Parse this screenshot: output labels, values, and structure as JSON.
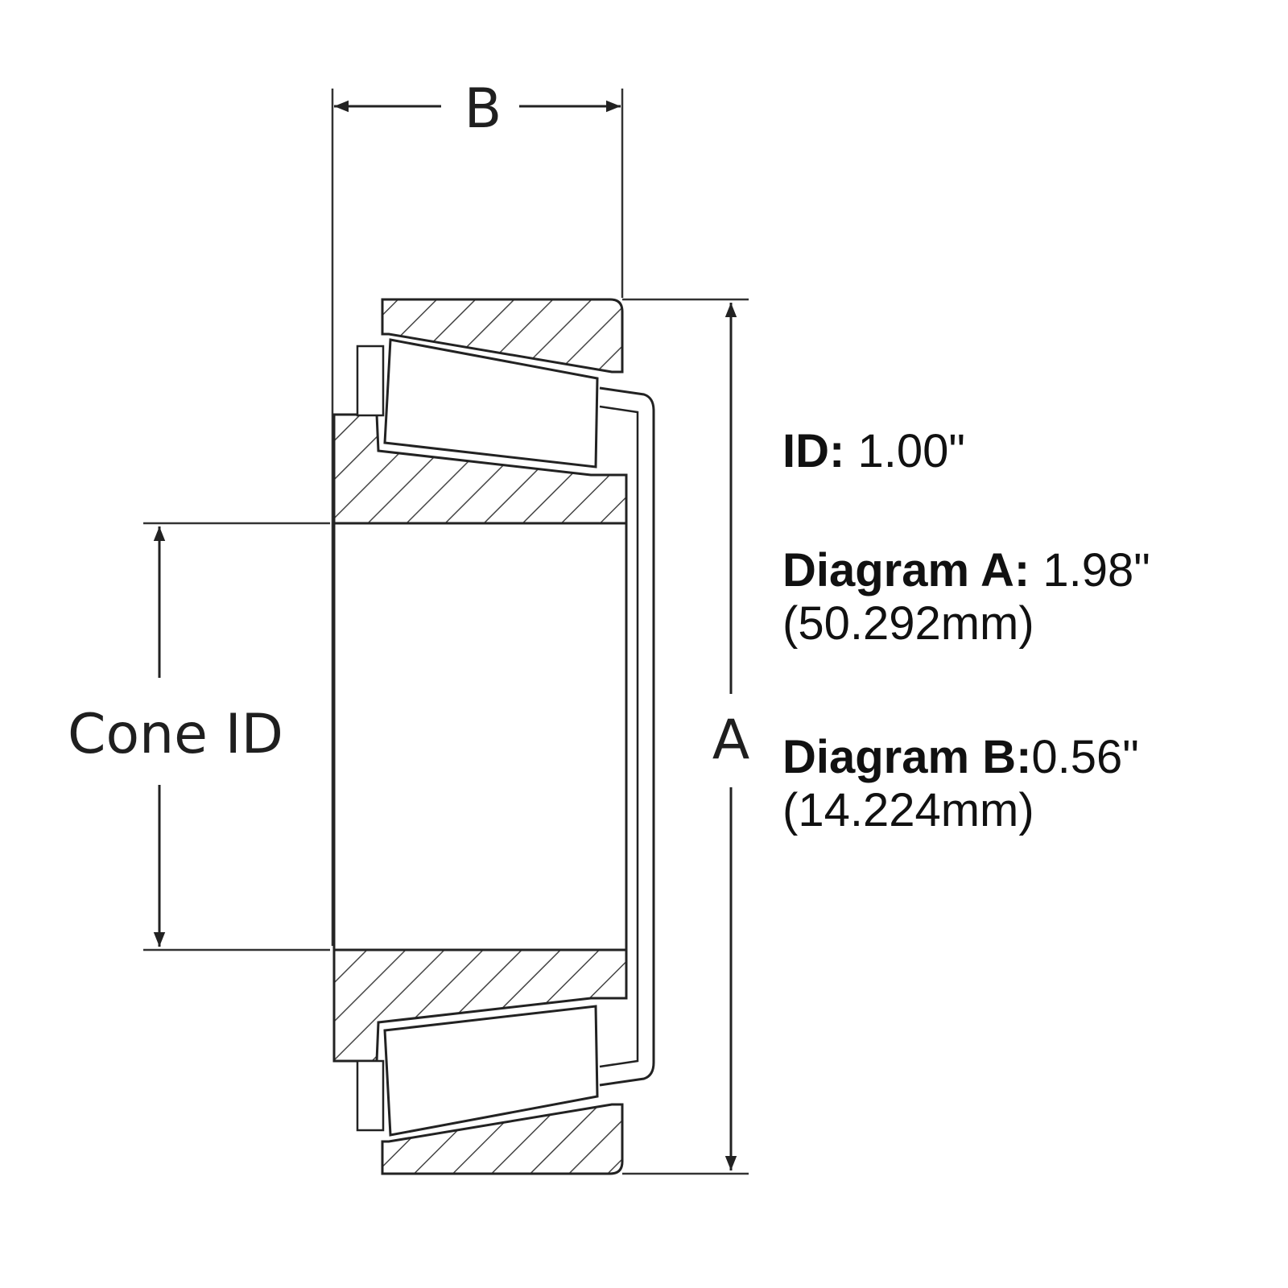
{
  "diagram": {
    "labels": {
      "width": "B",
      "outer_diameter": "A",
      "bore": "Cone ID"
    }
  },
  "specs": {
    "id": {
      "label": "ID:",
      "value": " 1.00\""
    },
    "diagram_a": {
      "label": "Diagram A:",
      "value": " 1.98\"",
      "metric": "(50.292mm)"
    },
    "diagram_b": {
      "label": "Diagram B:",
      "value": "0.56\"",
      "metric": "(14.224mm)"
    }
  }
}
